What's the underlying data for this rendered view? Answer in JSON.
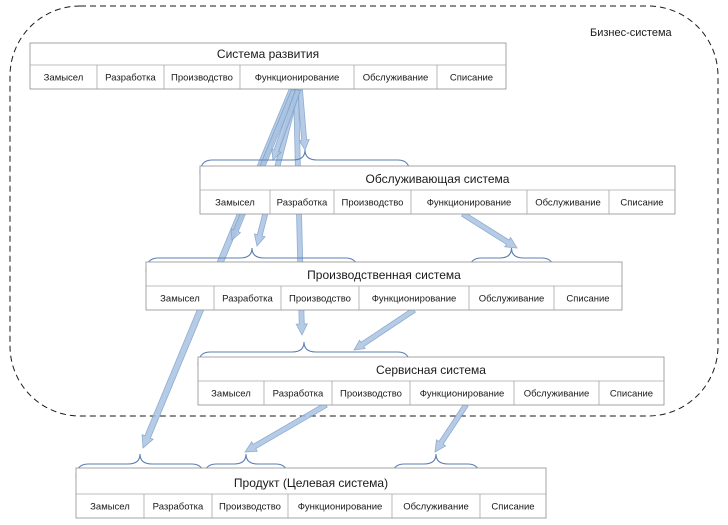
{
  "business_system_label": "Бизнес-система",
  "systems": {
    "development": {
      "title": "Система развития",
      "stages": [
        "Замысел",
        "Разработка",
        "Производство",
        "Функционирование",
        "Обслуживание",
        "Списание"
      ]
    },
    "support": {
      "title": "Обслуживающая система",
      "stages": [
        "Замысел",
        "Разработка",
        "Производство",
        "Функционирование",
        "Обслуживание",
        "Списание"
      ]
    },
    "production": {
      "title": "Производственная система",
      "stages": [
        "Замысел",
        "Разработка",
        "Производство",
        "Функционирование",
        "Обслуживание",
        "Списание"
      ]
    },
    "service": {
      "title": "Сервисная система",
      "stages": [
        "Замысел",
        "Разработка",
        "Производство",
        "Функционирование",
        "Обслуживание",
        "Списание"
      ]
    },
    "product": {
      "title": "Продукт (Целевая система)",
      "stages": [
        "Замысел",
        "Разработка",
        "Производство",
        "Функционирование",
        "Обслуживание",
        "Списание"
      ]
    }
  },
  "colors": {
    "arrow_fill": "#a9c3e2",
    "brace": "#5b7fb3",
    "boundary": "#1a1a1a"
  }
}
